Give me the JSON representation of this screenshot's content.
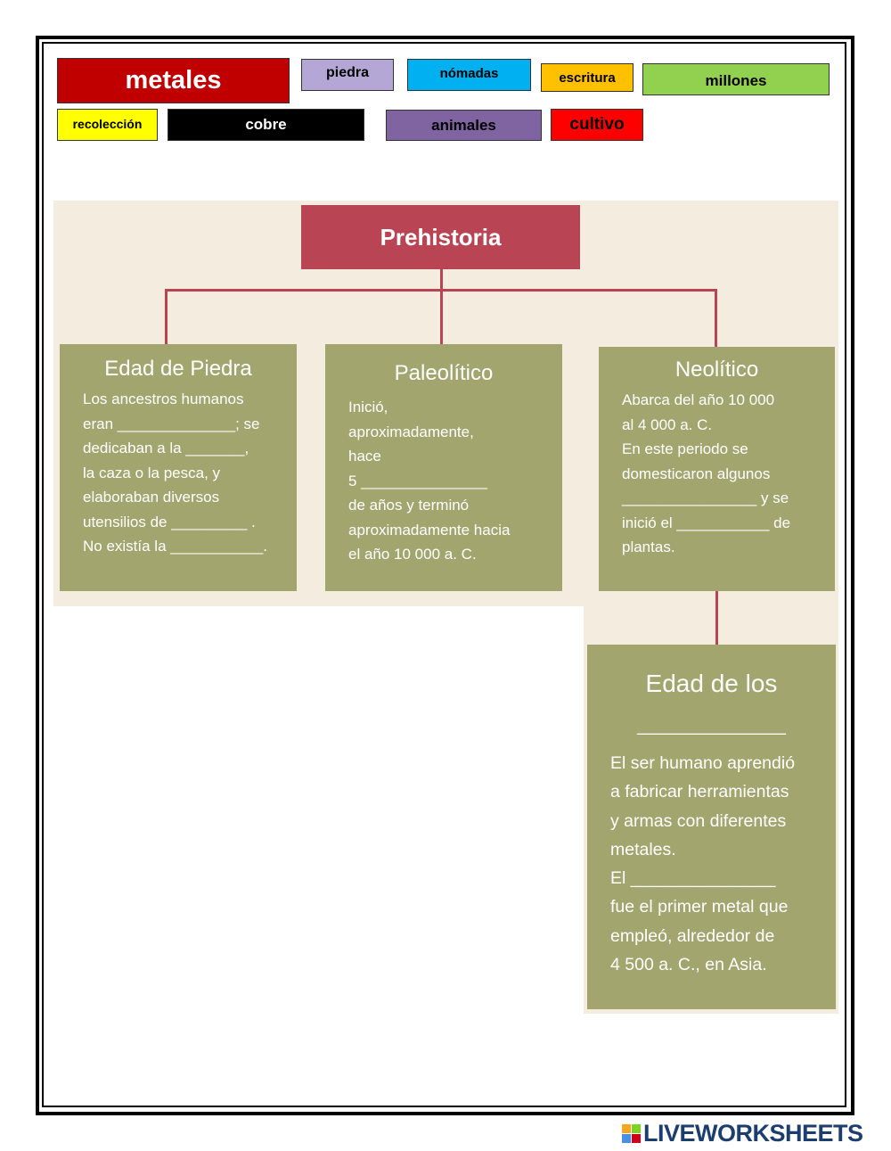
{
  "word_bank": [
    {
      "label": "metales",
      "color": "#c00000",
      "text_color": "#ffffff"
    },
    {
      "label": "piedra",
      "color": "#b4a7d6",
      "text_color": "#000000"
    },
    {
      "label": "nómadas",
      "color": "#00b0f0",
      "text_color": "#000000"
    },
    {
      "label": "escritura",
      "color": "#ffc000",
      "text_color": "#000000"
    },
    {
      "label": "millones",
      "color": "#92d050",
      "text_color": "#000000"
    },
    {
      "label": "recolección",
      "color": "#ffff00",
      "text_color": "#000000"
    },
    {
      "label": "cobre",
      "color": "#000000",
      "text_color": "#ffffff"
    },
    {
      "label": "animales",
      "color": "#8064a2",
      "text_color": "#000000"
    },
    {
      "label": "cultivo",
      "color": "#ff0000",
      "text_color": "#000000"
    }
  ],
  "diagram": {
    "root": "Prehistoria",
    "edad_piedra": {
      "title": "Edad de Piedra",
      "body": "Los ancestros humanos\neran ______________; se\ndedicaban a la _______,\nla caza o la pesca, y\nelaboraban diversos\nutensilios de _________ .\nNo existía la ___________."
    },
    "paleolitico": {
      "title": "Paleolítico",
      "body": "Inició,\naproximadamente,\nhace\n5 _______________\nde años y terminó\naproximadamente hacia\nel año 10 000 a. C."
    },
    "neolitico": {
      "title": "Neolítico",
      "body": "Abarca del año 10 000\nal 4 000 a. C.\nEn este periodo se\ndomesticaron algunos\n________________ y se\ninició el ___________ de\nplantas."
    },
    "edad_metales": {
      "title": "Edad de los",
      "blank": "_______________",
      "body": "El ser humano aprendió\na fabricar herramientas\ny armas con diferentes\nmetales.\nEl _______________\nfue el primer metal que\nempleó, alrededor de\n4 500 a. C., en Asia."
    }
  },
  "branding": {
    "logo_text": "LIVEWORKSHEETS",
    "logo_colors": [
      "#f5a623",
      "#7ed321",
      "#4a90e2",
      "#d0021b"
    ]
  }
}
